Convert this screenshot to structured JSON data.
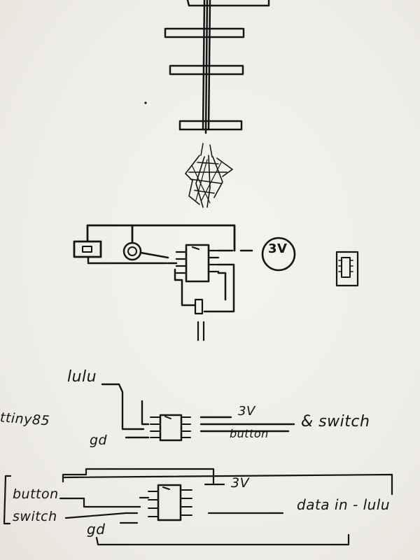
{
  "sketch": {
    "labels": {
      "battery_3v": "3V",
      "lulu_top": "lulu",
      "chip_name": "ttiny85",
      "gd_top": "gd",
      "v3_top": "3V",
      "button_top": "button",
      "switch_top": "& switch",
      "v3_bottom": "3V",
      "button_bottom": "button",
      "switch_bottom": "switch",
      "gd_bottom": "gd",
      "data_bottom": "data in - lulu"
    }
  },
  "colors": {
    "paper": "#f1efe9",
    "ink": "#141414"
  }
}
